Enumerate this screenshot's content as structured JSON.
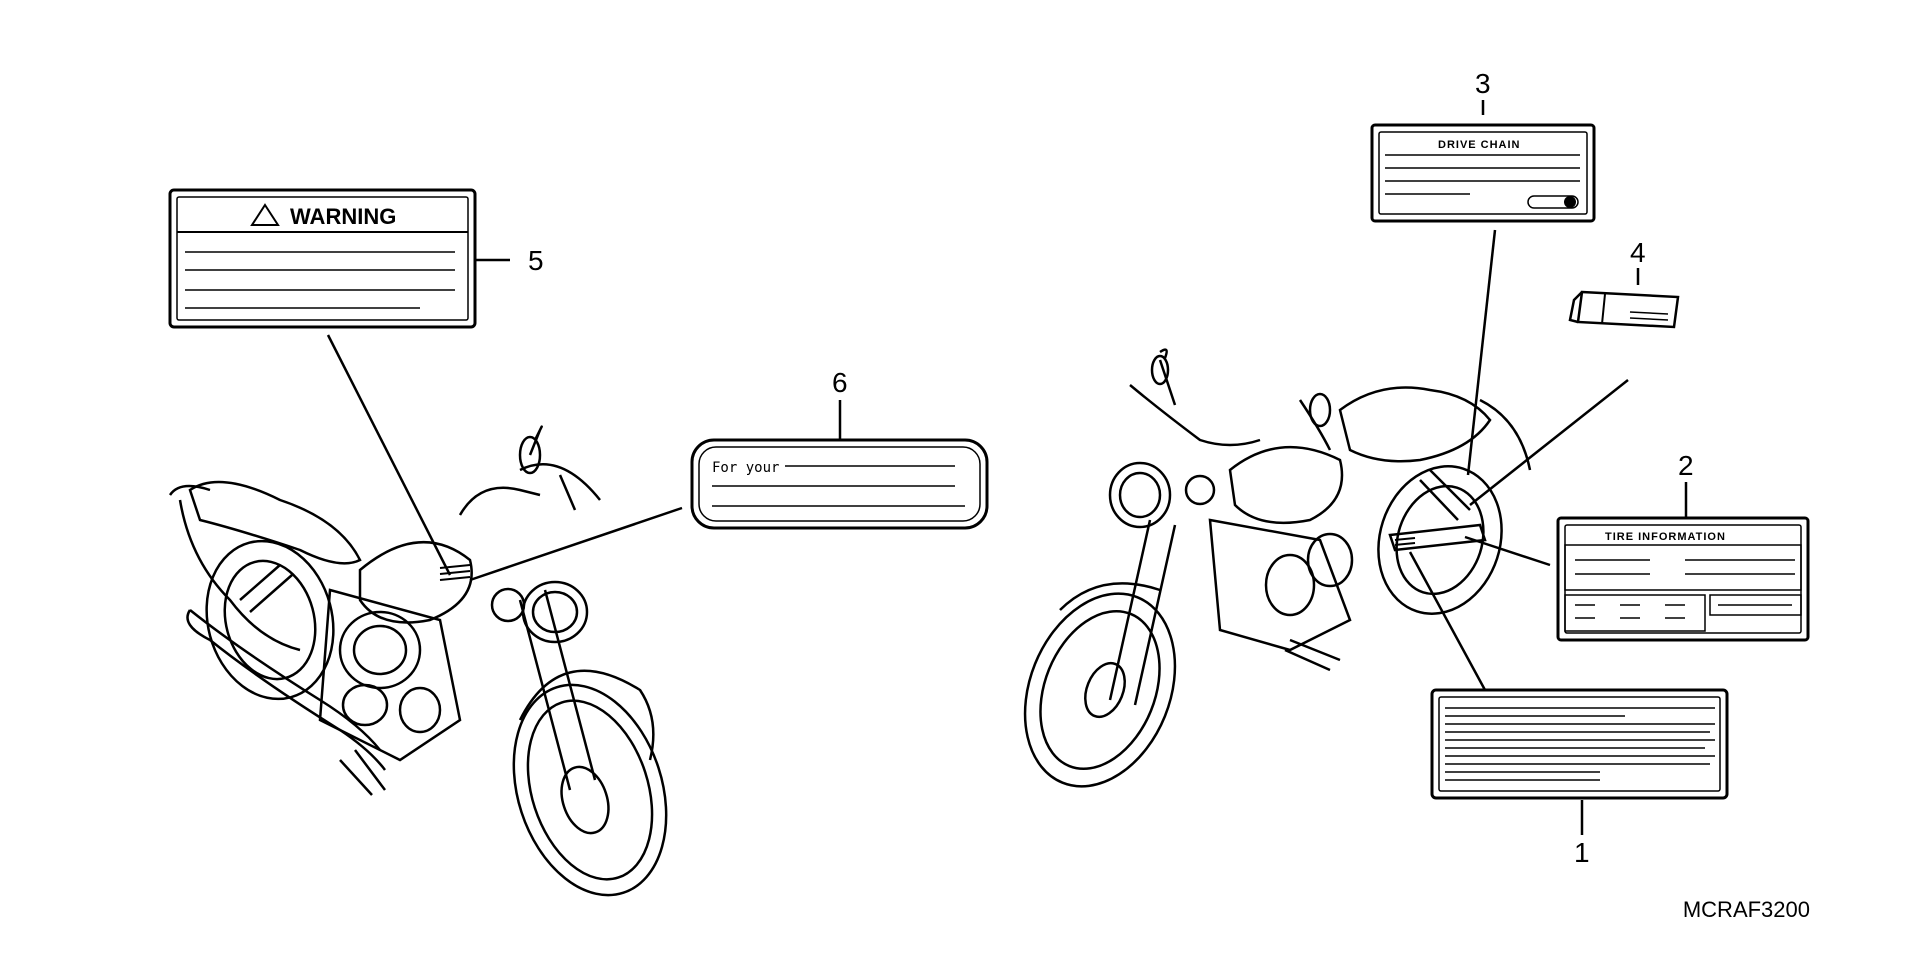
{
  "diagram": {
    "drawing_code": "MCRAF3200",
    "callouts": [
      {
        "number": "1"
      },
      {
        "number": "2",
        "label_text": "TIRE INFORMATION"
      },
      {
        "number": "3",
        "label_text": "DRIVE CHAIN"
      },
      {
        "number": "4"
      },
      {
        "number": "5",
        "label_text": "WARNING"
      },
      {
        "number": "6",
        "label_text": "For your"
      }
    ]
  }
}
